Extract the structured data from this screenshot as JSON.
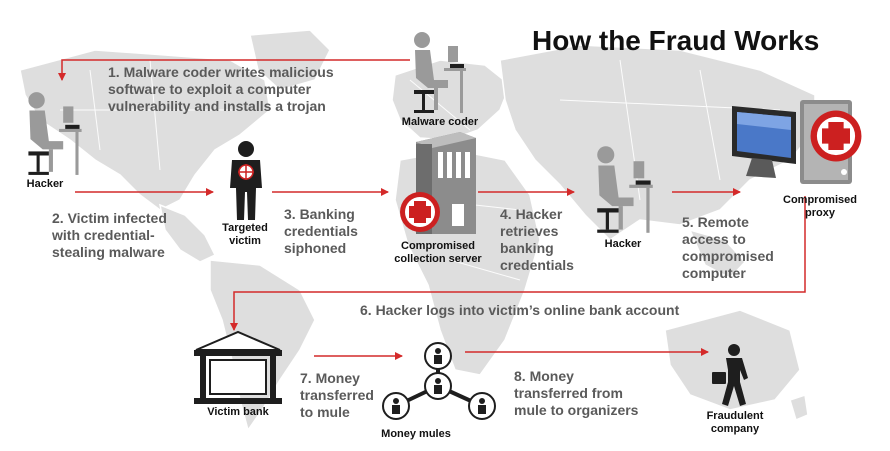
{
  "title": "How the Fraud Works",
  "steps": {
    "s1": "1. Malware coder writes malicious\nsoftware to exploit a computer\nvulnerability and installs a trojan",
    "s2": "2. Victim infected\nwith credential-\nstealing malware",
    "s3": "3. Banking\ncredentials\nsiphoned",
    "s4": "4. Hacker\nretrieves\nbanking\ncredentials",
    "s5": "5. Remote\naccess to\ncompromised\ncomputer",
    "s6": "6. Hacker logs into victim’s online bank account",
    "s7": "7. Money\ntransferred\nto mule",
    "s8": "8. Money\ntransferred from\nmule to organizers"
  },
  "labels": {
    "malware_coder": "Malware coder",
    "hacker_left": "Hacker",
    "targeted_victim": "Targeted\nvictim",
    "collection_server": "Compromised\ncollection server",
    "hacker_right": "Hacker",
    "compromised_proxy": "Compromised\nproxy",
    "victim_bank": "Victim bank",
    "money_mules": "Money mules",
    "fraudulent_company": "Fraudulent\ncompany"
  },
  "colors": {
    "arrow": "#d42a2a",
    "map": "#dedede",
    "figure": "#9a9a9a",
    "figure_dark": "#1e1e1e",
    "heading": "#111111",
    "step_text": "#5a5a5a",
    "badge": "#cc2020"
  },
  "icons": {
    "person_at_desk": "person-at-computer-icon",
    "victim": "targeted-person-icon",
    "server": "server-icon",
    "proxy": "computer-monitor-icon",
    "bank": "bank-building-icon",
    "mules": "network-people-icon",
    "company": "businessman-walking-icon",
    "compromised": "red-cross-badge-icon"
  }
}
